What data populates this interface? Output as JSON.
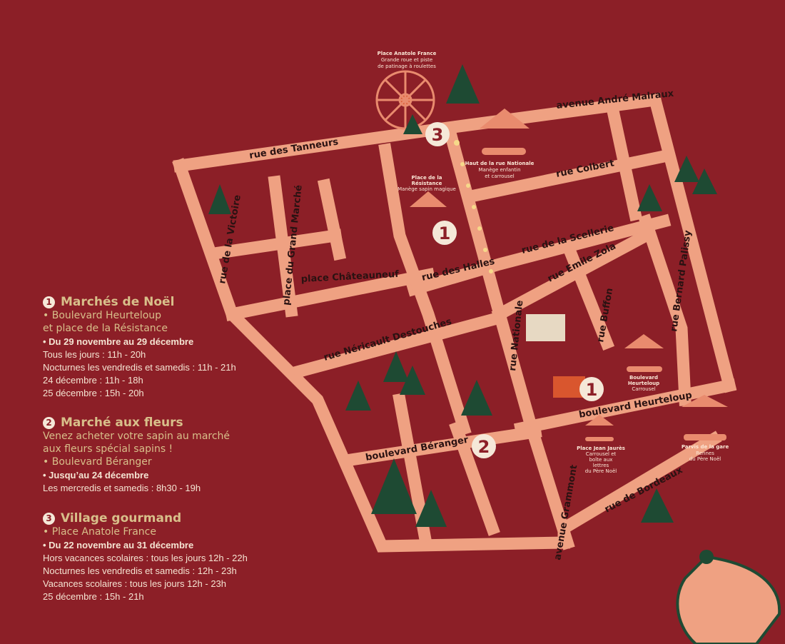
{
  "colors": {
    "background": "#8C1F27",
    "street": "#EFA182",
    "tree": "#1E4A33",
    "accent": "#D8BF8A",
    "marker": "#F5E8D8"
  },
  "streets": {
    "tanneurs": "rue des Tanneurs",
    "malraux": "avenue André Malraux",
    "colbert": "rue Colbert",
    "victoire": "rue de la Victoire",
    "grand_marche": "place du Grand Marché",
    "chateauneuf": "place Châteauneuf",
    "halles": "rue des Halles",
    "scellerie": "rue de la Scellerie",
    "zola": "rue Emile Zola",
    "palissy": "rue Bernard Palissy",
    "buffon": "rue Buffon",
    "nationale": "rue Nationale",
    "destouches": "rue Néricault Destouches",
    "heurteloup": "boulevard Heurteloup",
    "beranger": "boulevard Béranger",
    "grammont": "avenue Grammont",
    "bordeaux": "rue de Bordeaux"
  },
  "pois": [
    {
      "title": "Place Anatole France",
      "lines": [
        "Grande roue et piste",
        "de patinage à roulettes"
      ]
    },
    {
      "title": "Haut de la rue Nationale",
      "lines": [
        "Manège enfantin",
        "et carrousel"
      ]
    },
    {
      "title": "Place de la",
      "title2": "Résistance",
      "lines": [
        "Manège sapin magique"
      ]
    },
    {
      "title": "Boulevard",
      "title2": "Heurteloup",
      "lines": [
        "Carrousel"
      ]
    },
    {
      "title": "Place Jean Jaurès",
      "lines": [
        "Carrousel et",
        "boîte aux",
        "lettres",
        "du Père Noël"
      ]
    },
    {
      "title": "Parvis de la gare",
      "lines": [
        "Rennes",
        "du Père Noël"
      ]
    }
  ],
  "markers": [
    "1",
    "2",
    "3"
  ],
  "legend": [
    {
      "num": "1",
      "title": "Marchés de Noël",
      "subs": [
        "• Boulevard Heurteloup",
        "et place de la Résistance"
      ],
      "dates": "• Du 29 novembre au 29 décembre",
      "lines": [
        "Tous les jours : 11h - 20h",
        "Nocturnes les vendredis et samedis : 11h - 21h",
        "24 décembre : 11h - 18h",
        "25 décembre : 15h - 20h"
      ]
    },
    {
      "num": "2",
      "title": "Marché aux fleurs",
      "subs": [
        "Venez acheter votre sapin au marché",
        "aux fleurs spécial sapins !",
        "• Boulevard Béranger"
      ],
      "dates": "• Jusqu’au 24 décembre",
      "lines": [
        "Les mercredis et samedis : 8h30 - 19h"
      ]
    },
    {
      "num": "3",
      "title": "Village gourmand",
      "subs": [
        "• Place Anatole France"
      ],
      "dates": "• Du 22 novembre au 31 décembre",
      "lines": [
        "Hors vacances scolaires : tous les jours 12h - 22h",
        "Nocturnes les vendredis et samedis : 12h - 23h",
        "Vacances scolaires : tous les jours 12h - 23h",
        "25 décembre : 15h - 21h"
      ]
    }
  ]
}
